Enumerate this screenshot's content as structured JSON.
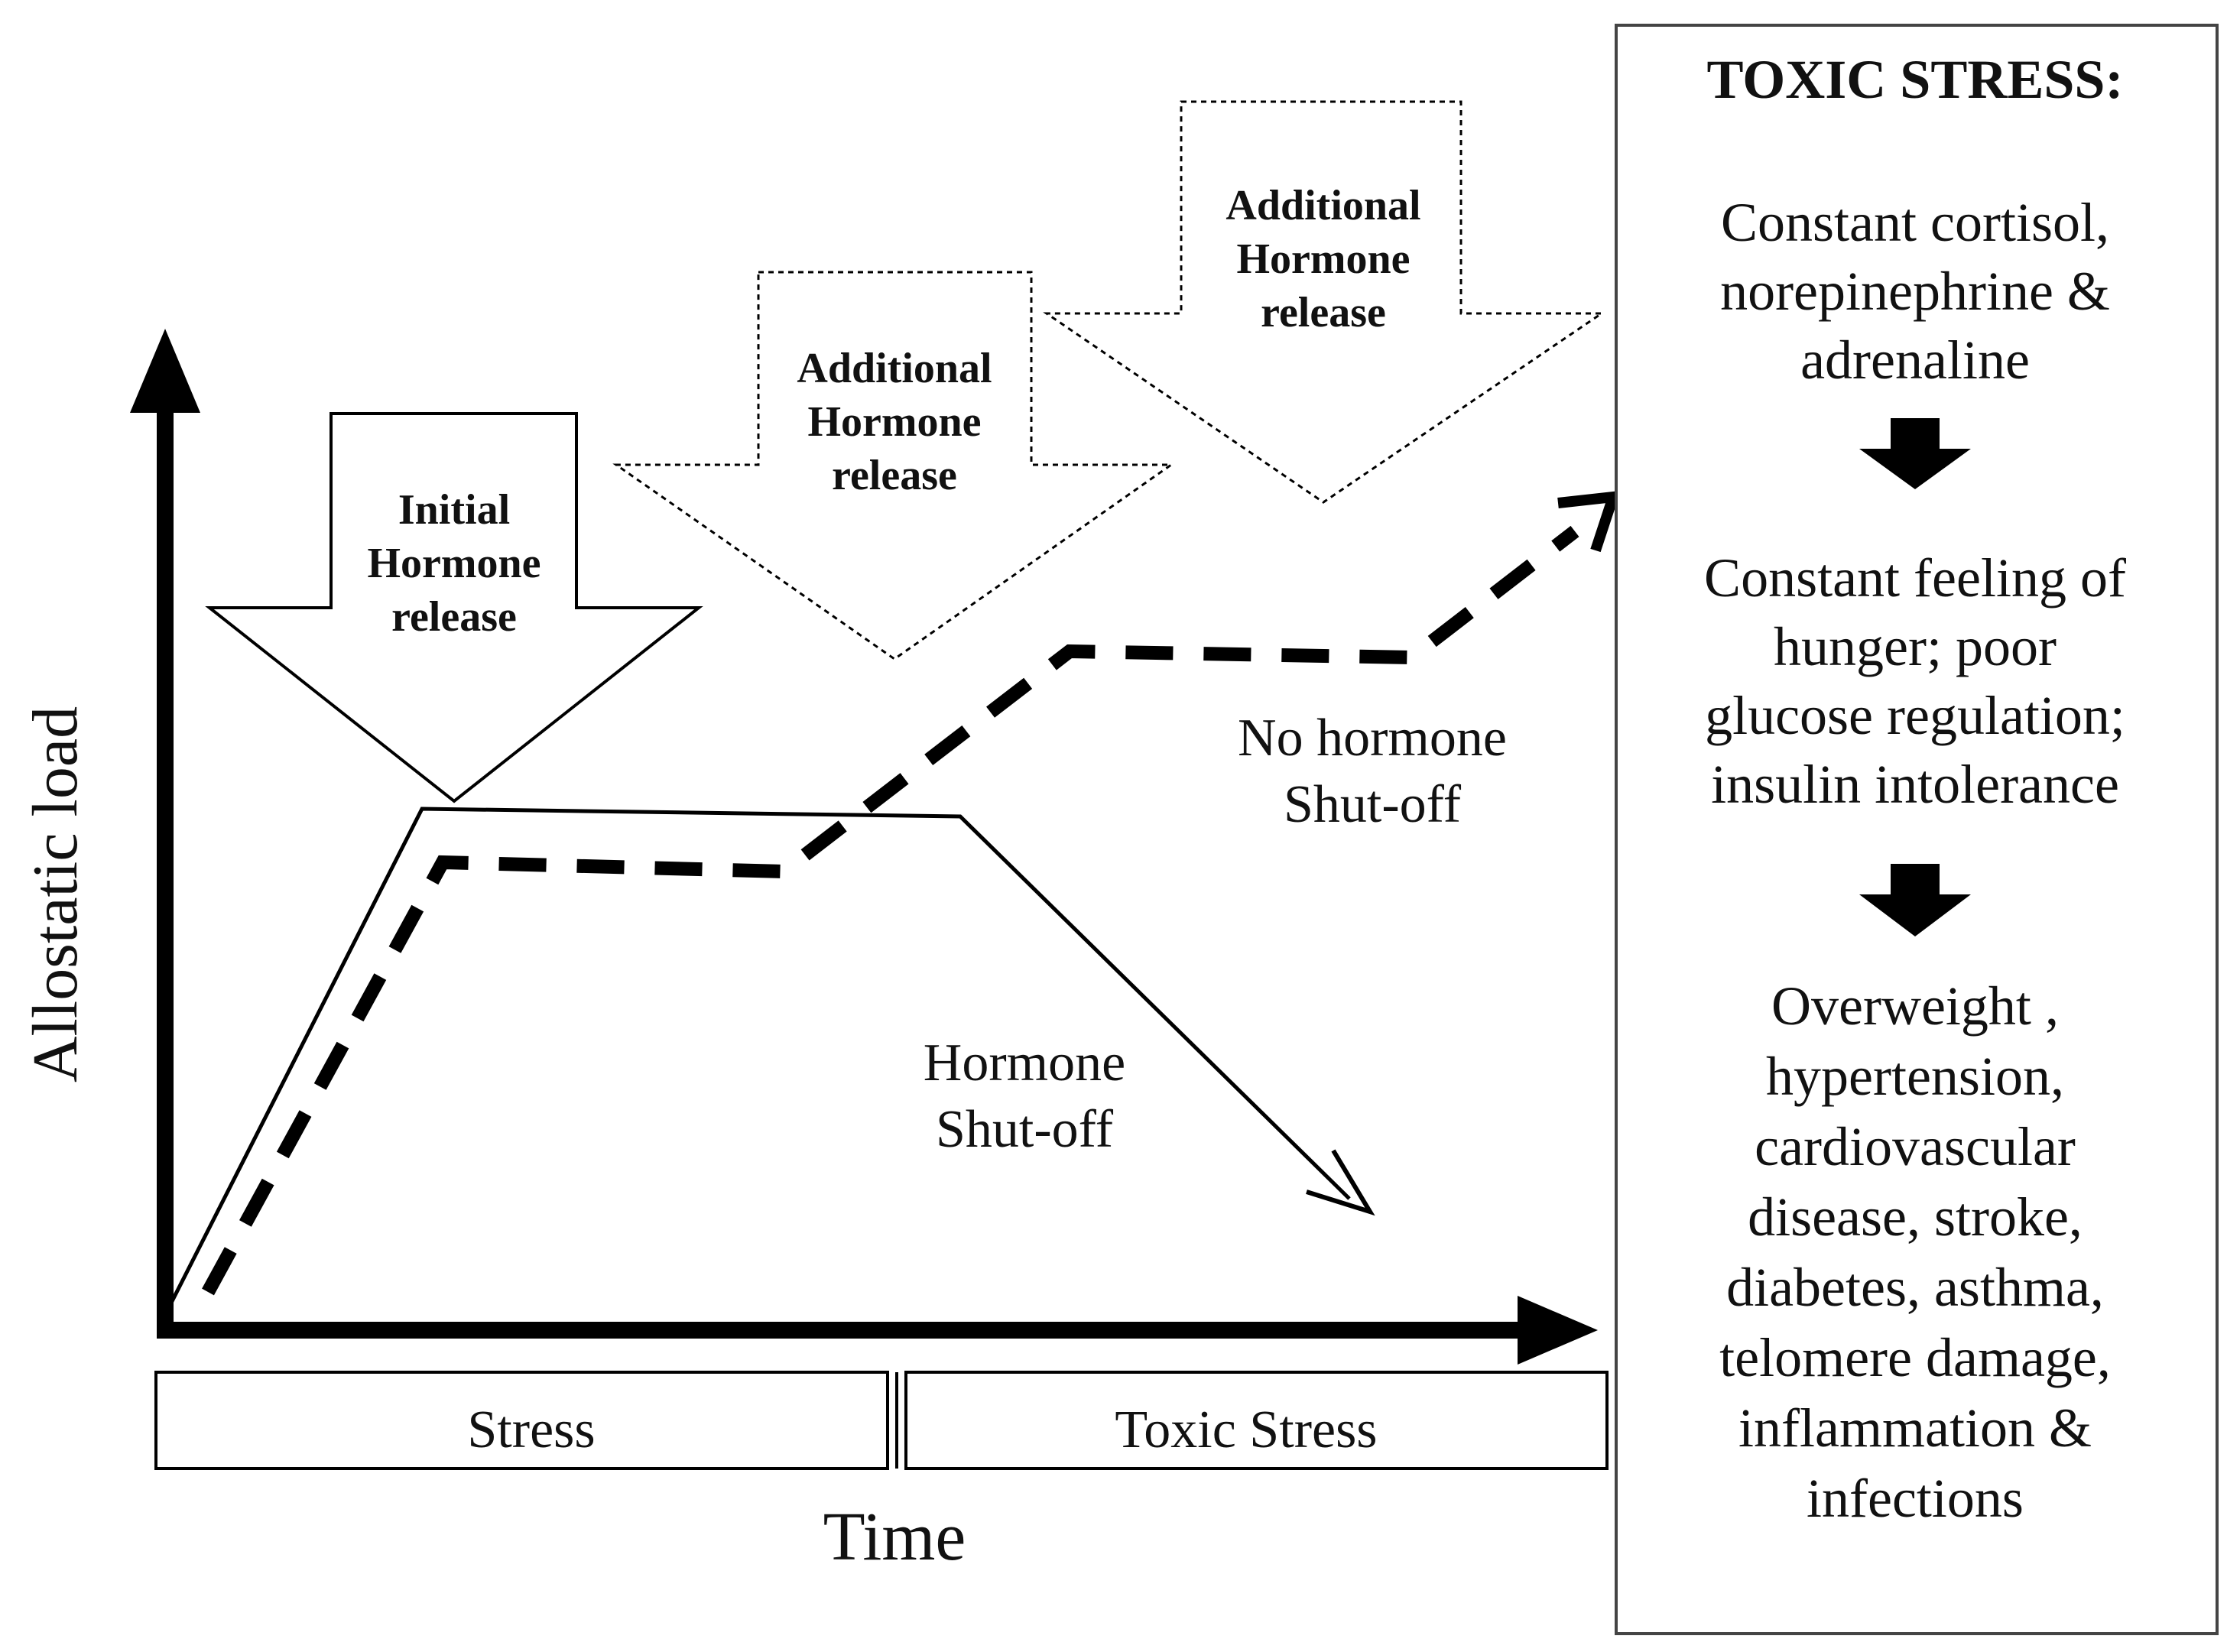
{
  "axes": {
    "y_label": "Allostatic load",
    "x_label": "Time"
  },
  "phases": {
    "stress": "Stress",
    "toxic_stress": "Toxic Stress"
  },
  "hormone_arrows": [
    {
      "lines": [
        "Initial",
        "Hormone",
        "release"
      ]
    },
    {
      "lines": [
        "Additional",
        "Hormone",
        "release"
      ]
    },
    {
      "lines": [
        "Additional",
        "Hormone",
        "release"
      ]
    }
  ],
  "curve_labels": {
    "shut_off": [
      "Hormone",
      "Shut-off"
    ],
    "no_shut_off": [
      "No hormone",
      "Shut-off"
    ]
  },
  "panel": {
    "title": "TOXIC STRESS:",
    "block1": [
      "Constant cortisol,",
      "norepinephrine &",
      "adrenaline"
    ],
    "block2": [
      "Constant feeling of",
      "hunger; poor",
      "glucose regulation;",
      "insulin intolerance"
    ],
    "block3": [
      "Overweight ,",
      "hypertension,",
      "cardiovascular",
      "disease, stroke,",
      "diabetes, asthma,",
      "telomere damage,",
      "inflammation &",
      "infections"
    ]
  }
}
